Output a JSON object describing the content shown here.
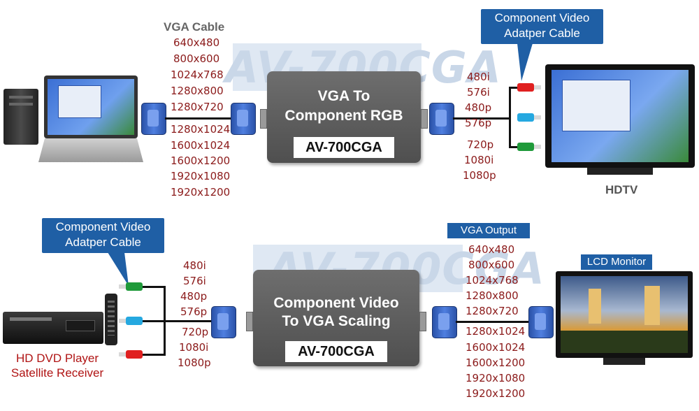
{
  "top": {
    "cable_label": "VGA Cable",
    "input_resolutions": [
      "640x480",
      "800x600",
      "1024x768",
      "1280x800",
      "1280x720",
      "1280x1024",
      "1600x1024",
      "1600x1200",
      "1920x1080",
      "1920x1200"
    ],
    "watermark": "AV-700CGA",
    "box_title_line1": "VGA To",
    "box_title_line2": "Component RGB",
    "model": "AV-700CGA",
    "output_resolutions": [
      "480i",
      "576i",
      "480p",
      "576p",
      "720p",
      "1080i",
      "1080p"
    ],
    "callout_line1": "Component Video",
    "callout_line2": "Adatper Cable",
    "device_label": "HDTV"
  },
  "bottom": {
    "callout_line1": "Component Video",
    "callout_line2": "Adatper Cable",
    "input_resolutions": [
      "480i",
      "576i",
      "480p",
      "576p",
      "720p",
      "1080i",
      "1080p"
    ],
    "watermark": "AV-700CGA",
    "box_title_line1": "Component Video",
    "box_title_line2": "To VGA Scaling",
    "model": "AV-700CGA",
    "output_label": "VGA Output",
    "output_resolutions": [
      "640x480",
      "800x600",
      "1024x768",
      "1280x800",
      "1280x720",
      "1280x1024",
      "1600x1024",
      "1600x1200",
      "1920x1080",
      "1920x1200"
    ],
    "monitor_label": "LCD Monitor",
    "source_line1": "HD DVD Player",
    "source_line2": "Satellite Receiver"
  },
  "colors": {
    "callout": "#1f5fa5",
    "resolution_text": "#8b1a1a",
    "box": "#5a5a5a",
    "vga_blue": "#2a52a8"
  },
  "icons": [
    "pc-tower-icon",
    "laptop-icon",
    "hdtv-icon",
    "lcd-monitor-icon",
    "dvd-player-icon",
    "remote-icon",
    "vga-connector-icon",
    "rca-connector-icon"
  ]
}
